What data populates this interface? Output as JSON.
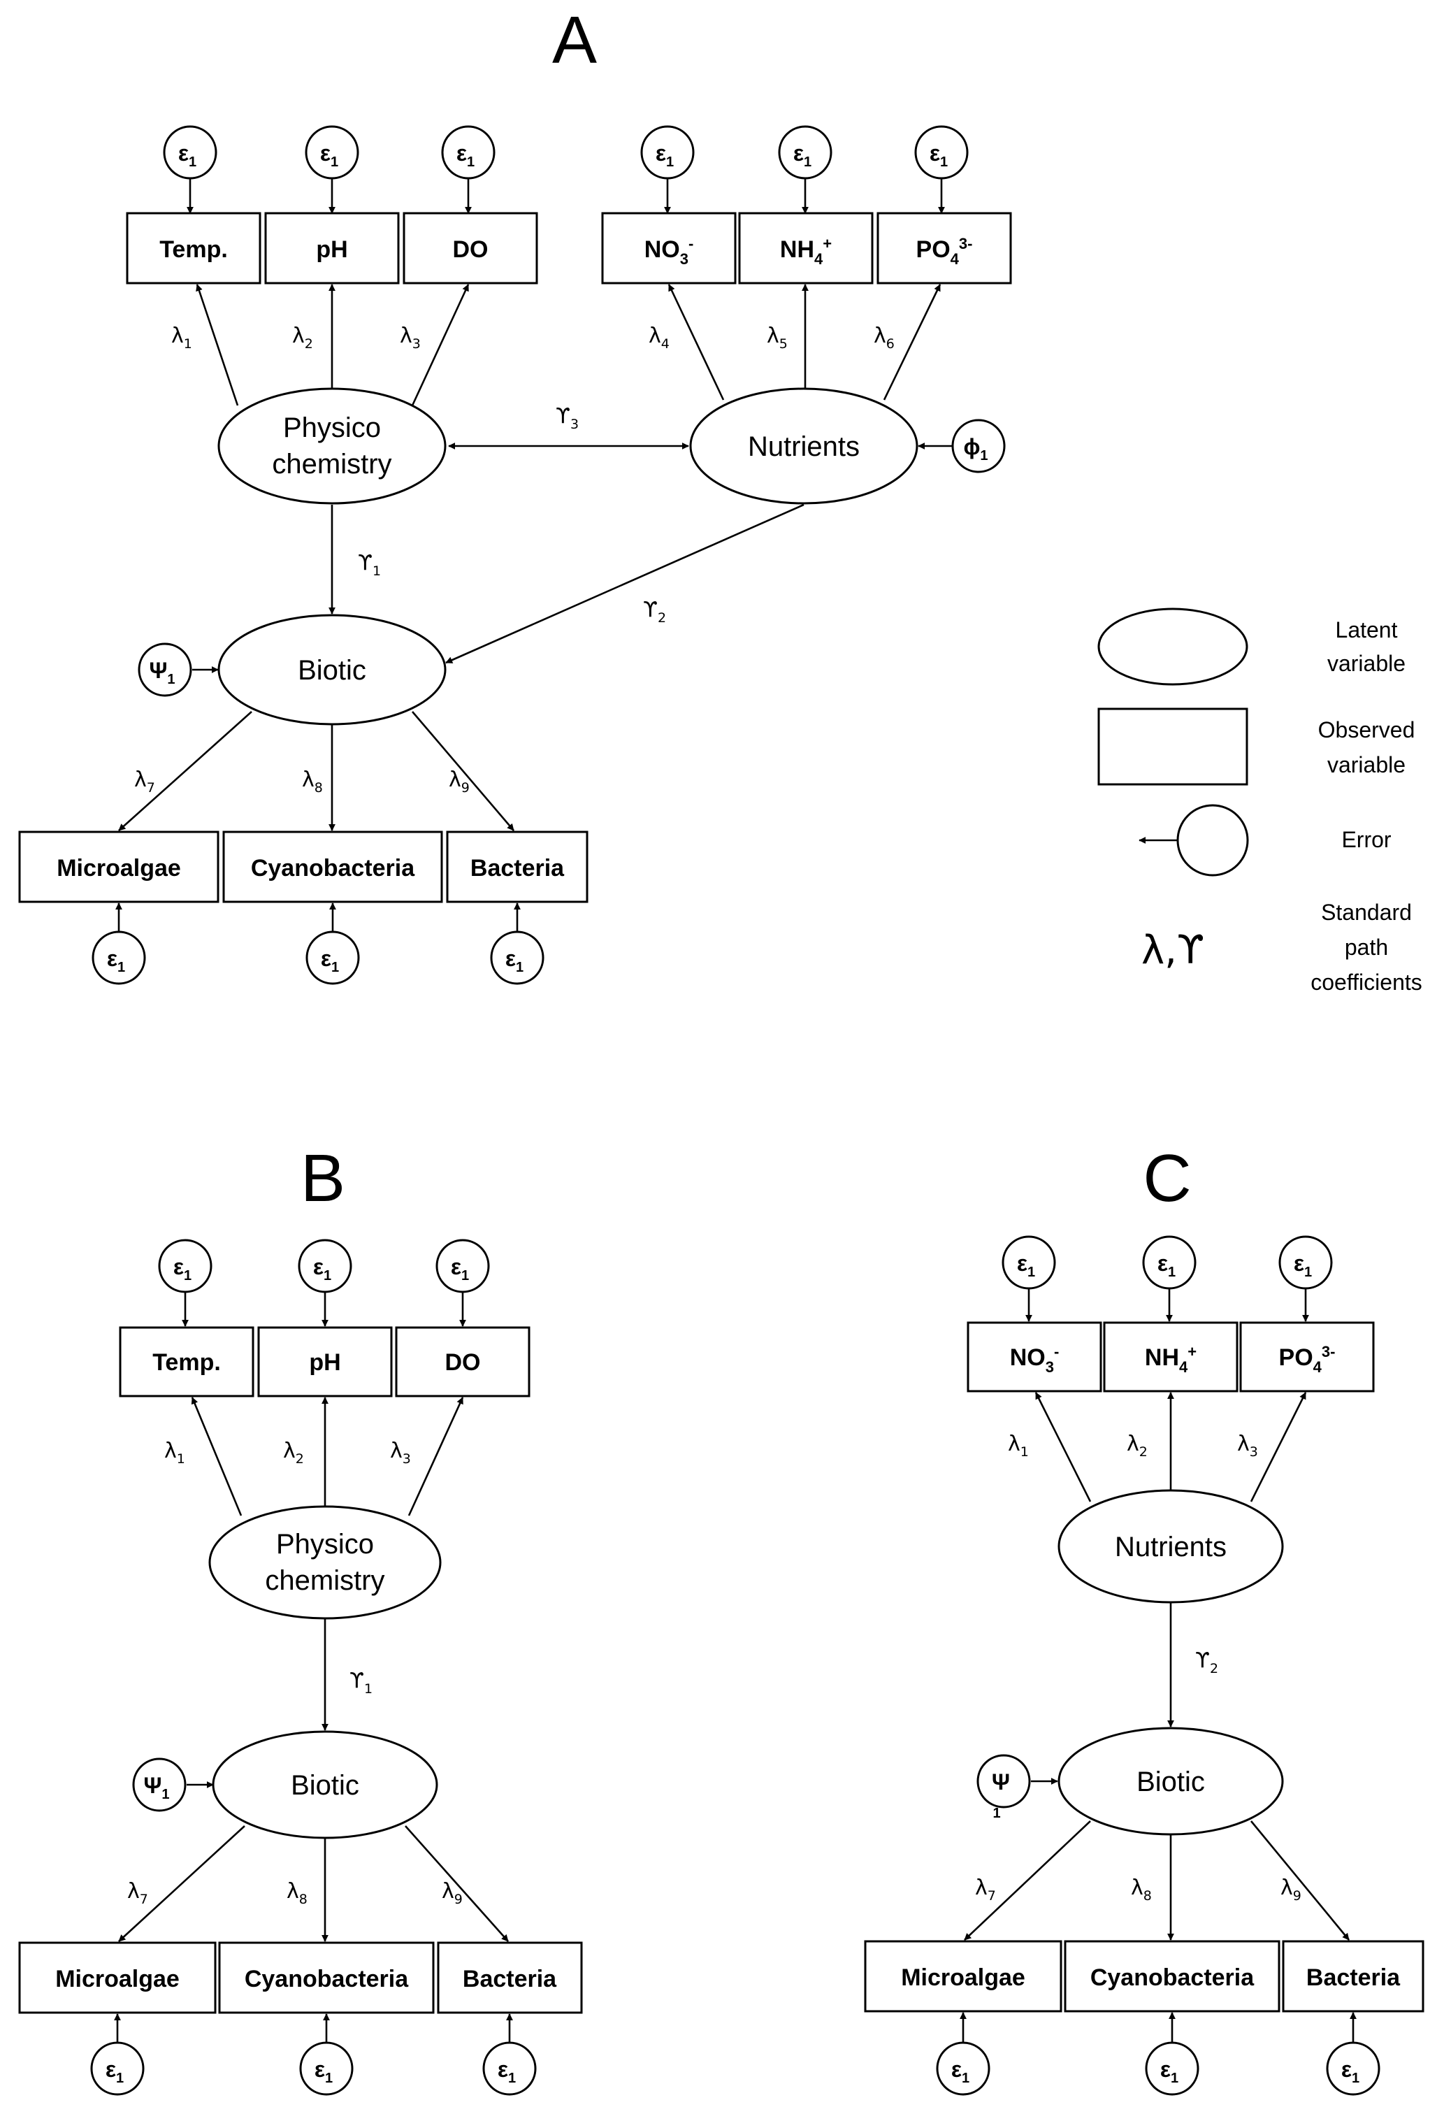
{
  "panels": {
    "a": {
      "label": "A",
      "observed": {
        "temp": "Temp.",
        "ph": "pH",
        "do": "DO",
        "no3": {
          "base": "NO",
          "sub": "3",
          "sup": "-"
        },
        "nh4": {
          "base": "NH",
          "sub": "4",
          "sup": "+"
        },
        "po4": {
          "base": "PO",
          "sub": "4",
          "sup": "3-"
        },
        "microalgae": "Microalgae",
        "cyanobacteria": "Cyanobacteria",
        "bacteria": "Bacteria"
      },
      "latent": {
        "physico_line1": "Physico",
        "physico_line2": "chemistry",
        "nutrients": "Nutrients",
        "biotic": "Biotic"
      },
      "errors": {
        "eps": "ε",
        "eps_sub": "1",
        "phi": "ϕ",
        "phi_sub": "1",
        "psi": "Ψ",
        "psi_sub": "1"
      },
      "coefficients": {
        "lambda": "λ",
        "gamma": "ϒ",
        "l1": "1",
        "l2": "2",
        "l3": "3",
        "l4": "4",
        "l5": "5",
        "l6": "6",
        "l7": "7",
        "l8": "8",
        "l9": "9",
        "g1": "1",
        "g2": "2",
        "g3": "3"
      }
    },
    "b": {
      "label": "B",
      "observed": {
        "temp": "Temp.",
        "ph": "pH",
        "do": "DO",
        "microalgae": "Microalgae",
        "cyanobacteria": "Cyanobacteria",
        "bacteria": "Bacteria"
      },
      "latent": {
        "physico_line1": "Physico",
        "physico_line2": "chemistry",
        "biotic": "Biotic"
      },
      "errors": {
        "eps": "ε",
        "eps_sub": "1",
        "psi": "Ψ",
        "psi_sub": "1"
      },
      "coefficients": {
        "lambda": "λ",
        "gamma": "ϒ",
        "l1": "1",
        "l2": "2",
        "l3": "3",
        "l7": "7",
        "l8": "8",
        "l9": "9",
        "g1": "1"
      }
    },
    "c": {
      "label": "C",
      "observed": {
        "no3": {
          "base": "NO",
          "sub": "3",
          "sup": "-"
        },
        "nh4": {
          "base": "NH",
          "sub": "4",
          "sup": "+"
        },
        "po4": {
          "base": "PO",
          "sub": "4",
          "sup": "3-"
        },
        "microalgae": "Microalgae",
        "cyanobacteria": "Cyanobacteria",
        "bacteria": "Bacteria"
      },
      "latent": {
        "nutrients": "Nutrients",
        "biotic": "Biotic"
      },
      "errors": {
        "eps": "ε",
        "eps_sub": "1",
        "psi": "Ψ",
        "psi_sub": "1"
      },
      "coefficients": {
        "lambda": "λ",
        "gamma": "ϒ",
        "l1": "1",
        "l2": "2",
        "l3": "3",
        "l7": "7",
        "l8": "8",
        "l9": "9",
        "g2": "2"
      }
    }
  },
  "legend": {
    "latent_line1": "Latent",
    "latent_line2": "variable",
    "observed_line1": "Observed",
    "observed_line2": "variable",
    "error": "Error",
    "coef_line1": "Standard",
    "coef_line2": "path",
    "coef_line3": "coefficients",
    "coef_symbol": "λ,ϒ"
  }
}
